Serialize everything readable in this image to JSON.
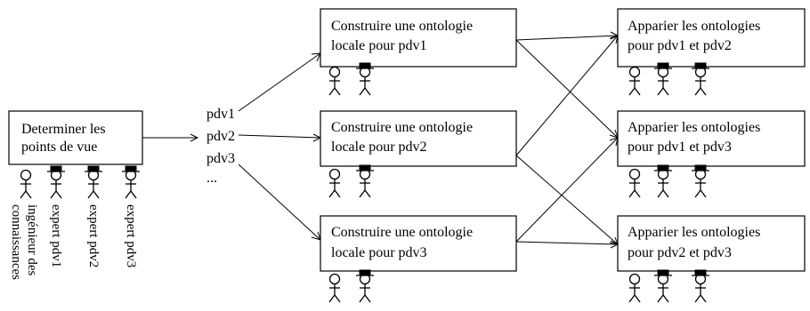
{
  "colors": {
    "stroke": "#000000",
    "background": "#ffffff"
  },
  "boxes": {
    "determine": {
      "line1": "Determiner les",
      "line2": "points de vue"
    },
    "build1": {
      "line1": "Construire une ontologie",
      "line2": "locale pour pdv1"
    },
    "build2": {
      "line1": "Construire une ontologie",
      "line2": "locale pour pdv2"
    },
    "build3": {
      "line1": "Construire une ontologie",
      "line2": "locale pour pdv3"
    },
    "match12": {
      "line1": "Apparier les ontologies",
      "line2": "pour pdv1 et pdv2"
    },
    "match13": {
      "line1": "Apparier les ontologies",
      "line2": "pour pdv1 et pdv3"
    },
    "match23": {
      "line1": "Apparier les ontologies",
      "line2": "pour pdv2 et pdv3"
    }
  },
  "viewpoints": [
    "pdv1",
    "pdv2",
    "pdv3",
    "..."
  ],
  "actors": {
    "engineer_line1": "ingénieur des",
    "engineer_line2": "connaissances",
    "expert1": "expert pdv1",
    "expert2": "expert pdv2",
    "expert3": "expert pdv3"
  },
  "icons": {
    "engineer": "stick-figure-icon",
    "expert": "stick-figure-hat-icon"
  }
}
